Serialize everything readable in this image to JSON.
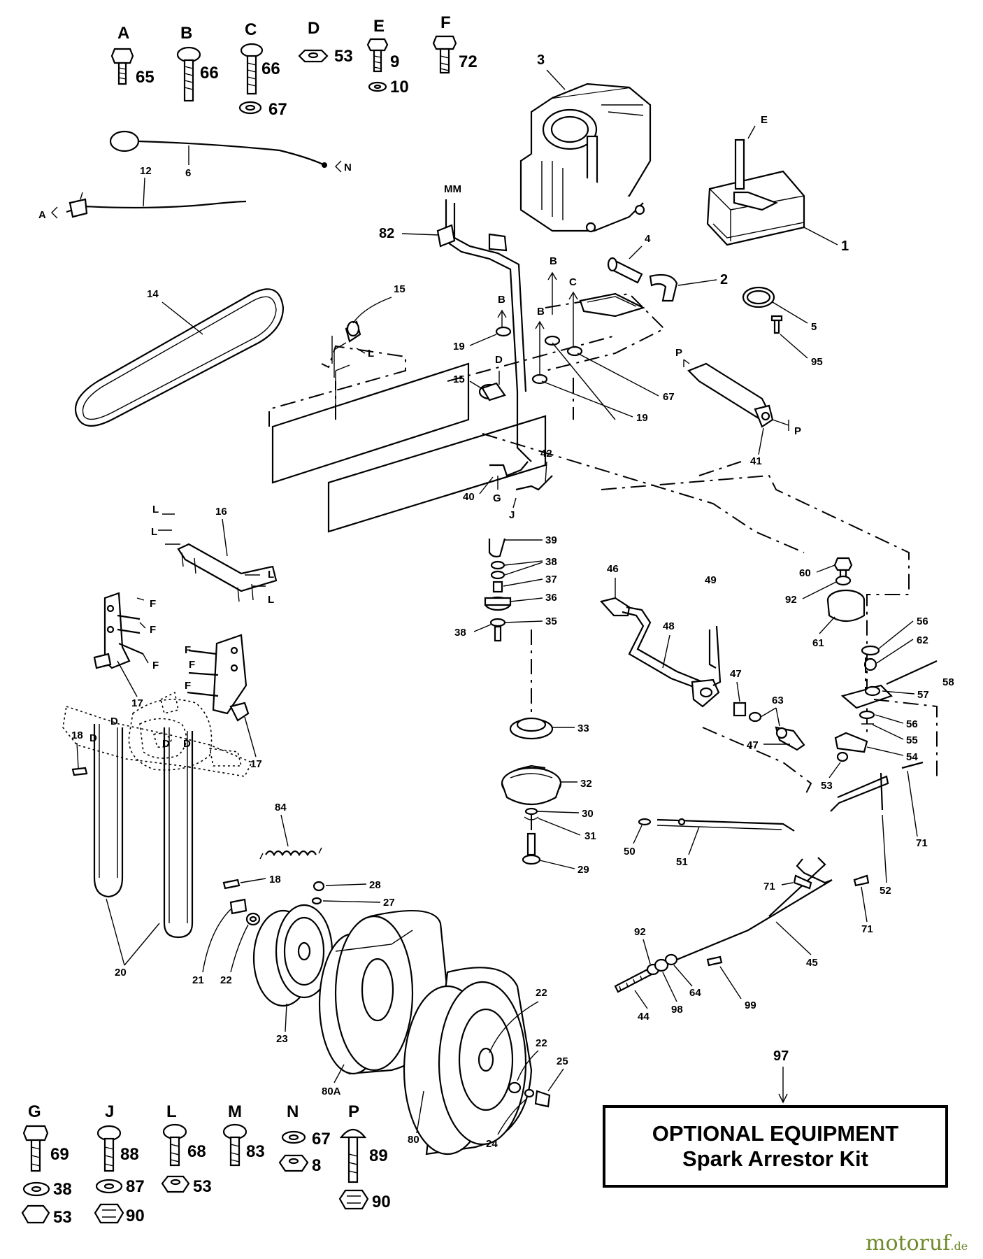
{
  "hardware_top": [
    {
      "letter": "A",
      "parts": [
        "65"
      ]
    },
    {
      "letter": "B",
      "parts": [
        "66"
      ]
    },
    {
      "letter": "C",
      "parts": [
        "66",
        "67"
      ]
    },
    {
      "letter": "D",
      "parts": [
        "53"
      ]
    },
    {
      "letter": "E",
      "parts": [
        "9",
        "10"
      ]
    },
    {
      "letter": "F",
      "parts": [
        "72"
      ]
    }
  ],
  "hardware_bottom": [
    {
      "letter": "G",
      "parts": [
        "69",
        "38",
        "53"
      ]
    },
    {
      "letter": "J",
      "parts": [
        "88",
        "87",
        "90"
      ]
    },
    {
      "letter": "L",
      "parts": [
        "68",
        "53"
      ]
    },
    {
      "letter": "M",
      "parts": [
        "83"
      ]
    },
    {
      "letter": "N",
      "parts": [
        "67",
        "8"
      ]
    },
    {
      "letter": "P",
      "parts": [
        "89",
        "90"
      ]
    }
  ],
  "optional_equipment": {
    "number": "97",
    "title": "OPTIONAL EQUIPMENT",
    "subtitle": "Spark Arrestor Kit"
  },
  "watermark": {
    "name": "motoruf",
    "ext": ".de"
  },
  "callouts": {
    "p1": "1",
    "p2": "2",
    "p3": "3",
    "p4": "4",
    "p5": "5",
    "p95": "95",
    "e": "E",
    "p6": "6",
    "p12": "12",
    "n": "N",
    "a": "A",
    "p14": "14",
    "p15a": "15",
    "p15b": "15",
    "p19a": "19",
    "p19b": "19",
    "p67": "67",
    "p82": "82",
    "mm": "MM",
    "b1": "B",
    "b2": "B",
    "b3": "B",
    "c1": "C",
    "d1": "D",
    "p41": "41",
    "pp1": "P",
    "pp2": "P",
    "p40": "40",
    "p42": "42",
    "g1": "G",
    "j1": "J",
    "p16": "16",
    "p17a": "17",
    "p17b": "17",
    "l1": "L",
    "l2": "L",
    "l3": "L",
    "l4": "L",
    "l5": "L",
    "f1": "F",
    "f2": "F",
    "f3": "F",
    "f4": "F",
    "f5": "F",
    "f6": "F",
    "p39": "39",
    "p38a": "38",
    "p37": "37",
    "p36": "36",
    "p35": "35",
    "p38b": "38",
    "p33": "33",
    "p32": "32",
    "p30": "30",
    "p31": "31",
    "p29": "29",
    "p46": "46",
    "p48": "48",
    "p49": "49",
    "p47a": "47",
    "p47b": "47",
    "p63": "63",
    "p60": "60",
    "p92a": "92",
    "p61": "61",
    "p56a": "56",
    "p62": "62",
    "p58": "58",
    "p57": "57",
    "p56b": "56",
    "p55": "55",
    "p54": "54",
    "p53a": "53",
    "p18a": "18",
    "d2": "D",
    "d3": "D",
    "d4": "D",
    "d5": "D",
    "p20": "20",
    "p84": "84",
    "p18b": "18",
    "p28": "28",
    "p27": "27",
    "p21": "21",
    "p22a": "22",
    "p23": "23",
    "p80a": "80A",
    "p80": "80",
    "p22b": "22",
    "p22c": "22",
    "p25": "25",
    "p24": "24",
    "p50": "50",
    "p51": "51",
    "p52": "52",
    "p71a": "71",
    "p71b": "71",
    "p71c": "71",
    "p45": "45",
    "p92b": "92",
    "p64": "64",
    "p99": "99",
    "p44": "44",
    "p98": "98"
  }
}
